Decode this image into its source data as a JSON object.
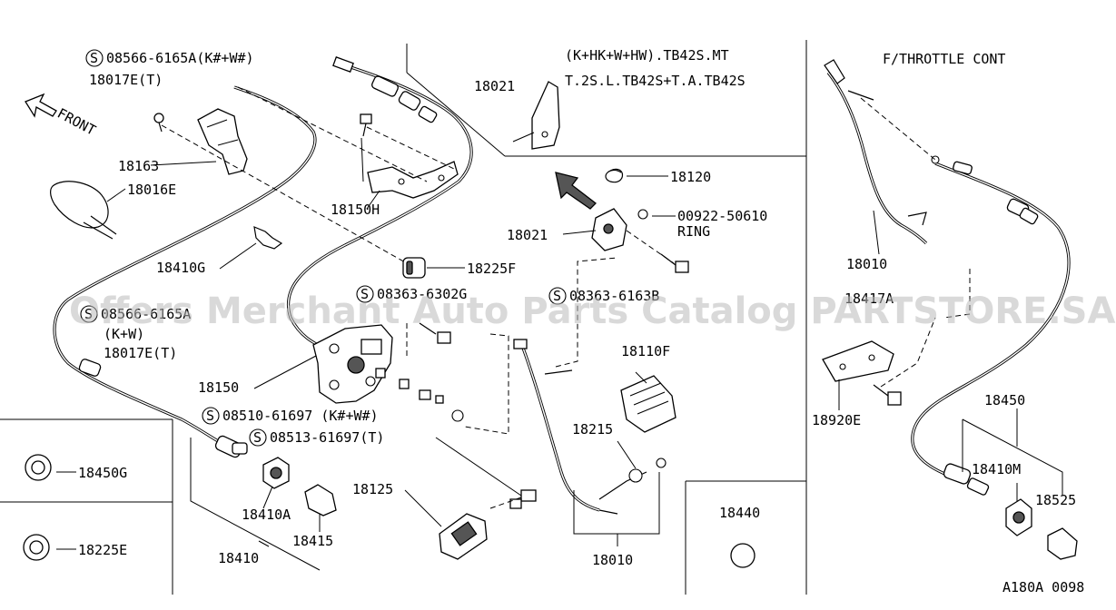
{
  "diagram": {
    "header": {
      "variant_line1": "(K+HK+W+HW).TB42S.MT",
      "variant_line2": "T.2S.L.TB42S+T.A.TB42S",
      "panel_title": "F/THROTTLE CONT",
      "front_label": "FRONT",
      "figure_code": "A180A 0098"
    },
    "watermark": "Offers Merchant Auto Parts Catalog PARTSTORE.SA",
    "labels": {
      "bolt_08566": "08566-6165A(K#+W#)",
      "p18017e_top": "18017E(T)",
      "p18163": "18163",
      "p18016e": "18016E",
      "p18410g": "18410G",
      "p18150h": "18150H",
      "p18225f": "18225F",
      "bolt_08363_6302g": "08363-6302G",
      "bolt_08566_left": "08566-6165A",
      "kw": "(K+W)",
      "p18017e_left": "18017E(T)",
      "p18150": "18150",
      "bolt_08510": "08510-61697 (K#+W#)",
      "bolt_08513": "08513-61697(T)",
      "p18450g": "18450G",
      "p18225e": "18225E",
      "p18410a": "18410A",
      "p18415": "18415",
      "p18410": "18410",
      "p18125": "18125",
      "p18021_top": "18021",
      "p18120": "18120",
      "p18021_mid": "18021",
      "ring_code": "00922-50610",
      "ring": "RING",
      "bolt_08363_6163b": "08363-6163B",
      "p18110f": "18110F",
      "p18215": "18215",
      "p18010_bottom": "18010",
      "p18440": "18440",
      "p18010_right": "18010",
      "p18417a": "18417A",
      "p18920e": "18920E",
      "p18450": "18450",
      "p18410m": "18410M",
      "p18525": "18525"
    }
  }
}
